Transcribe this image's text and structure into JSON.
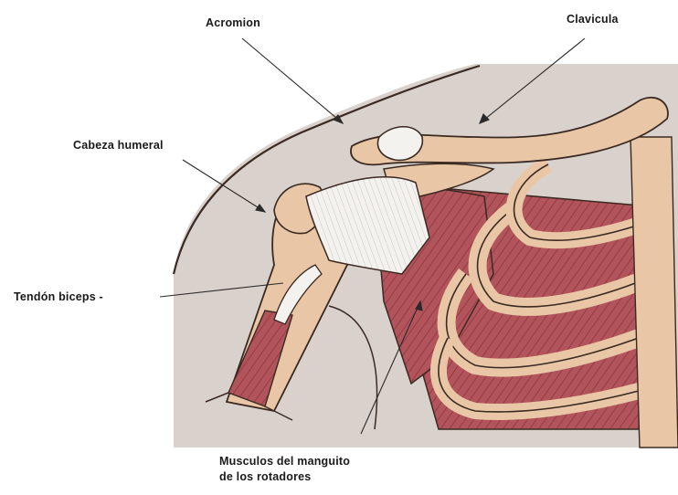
{
  "labels": {
    "acromion": "Acromion",
    "clavicula": "Clavicula",
    "cabeza_humeral": "Cabeza humeral",
    "tendon_biceps": "Tendón biceps -",
    "musculos_line1": "Musculos del manguito",
    "musculos_line2": "de los rotadores"
  },
  "colors": {
    "background": "#ffffff",
    "skin": "#d9d1cc",
    "bone": "#e9c6a6",
    "muscle": "#b2545c",
    "tendon": "#f4f2ef",
    "outline": "#3a2a22",
    "leader": "#2a2a2a"
  }
}
